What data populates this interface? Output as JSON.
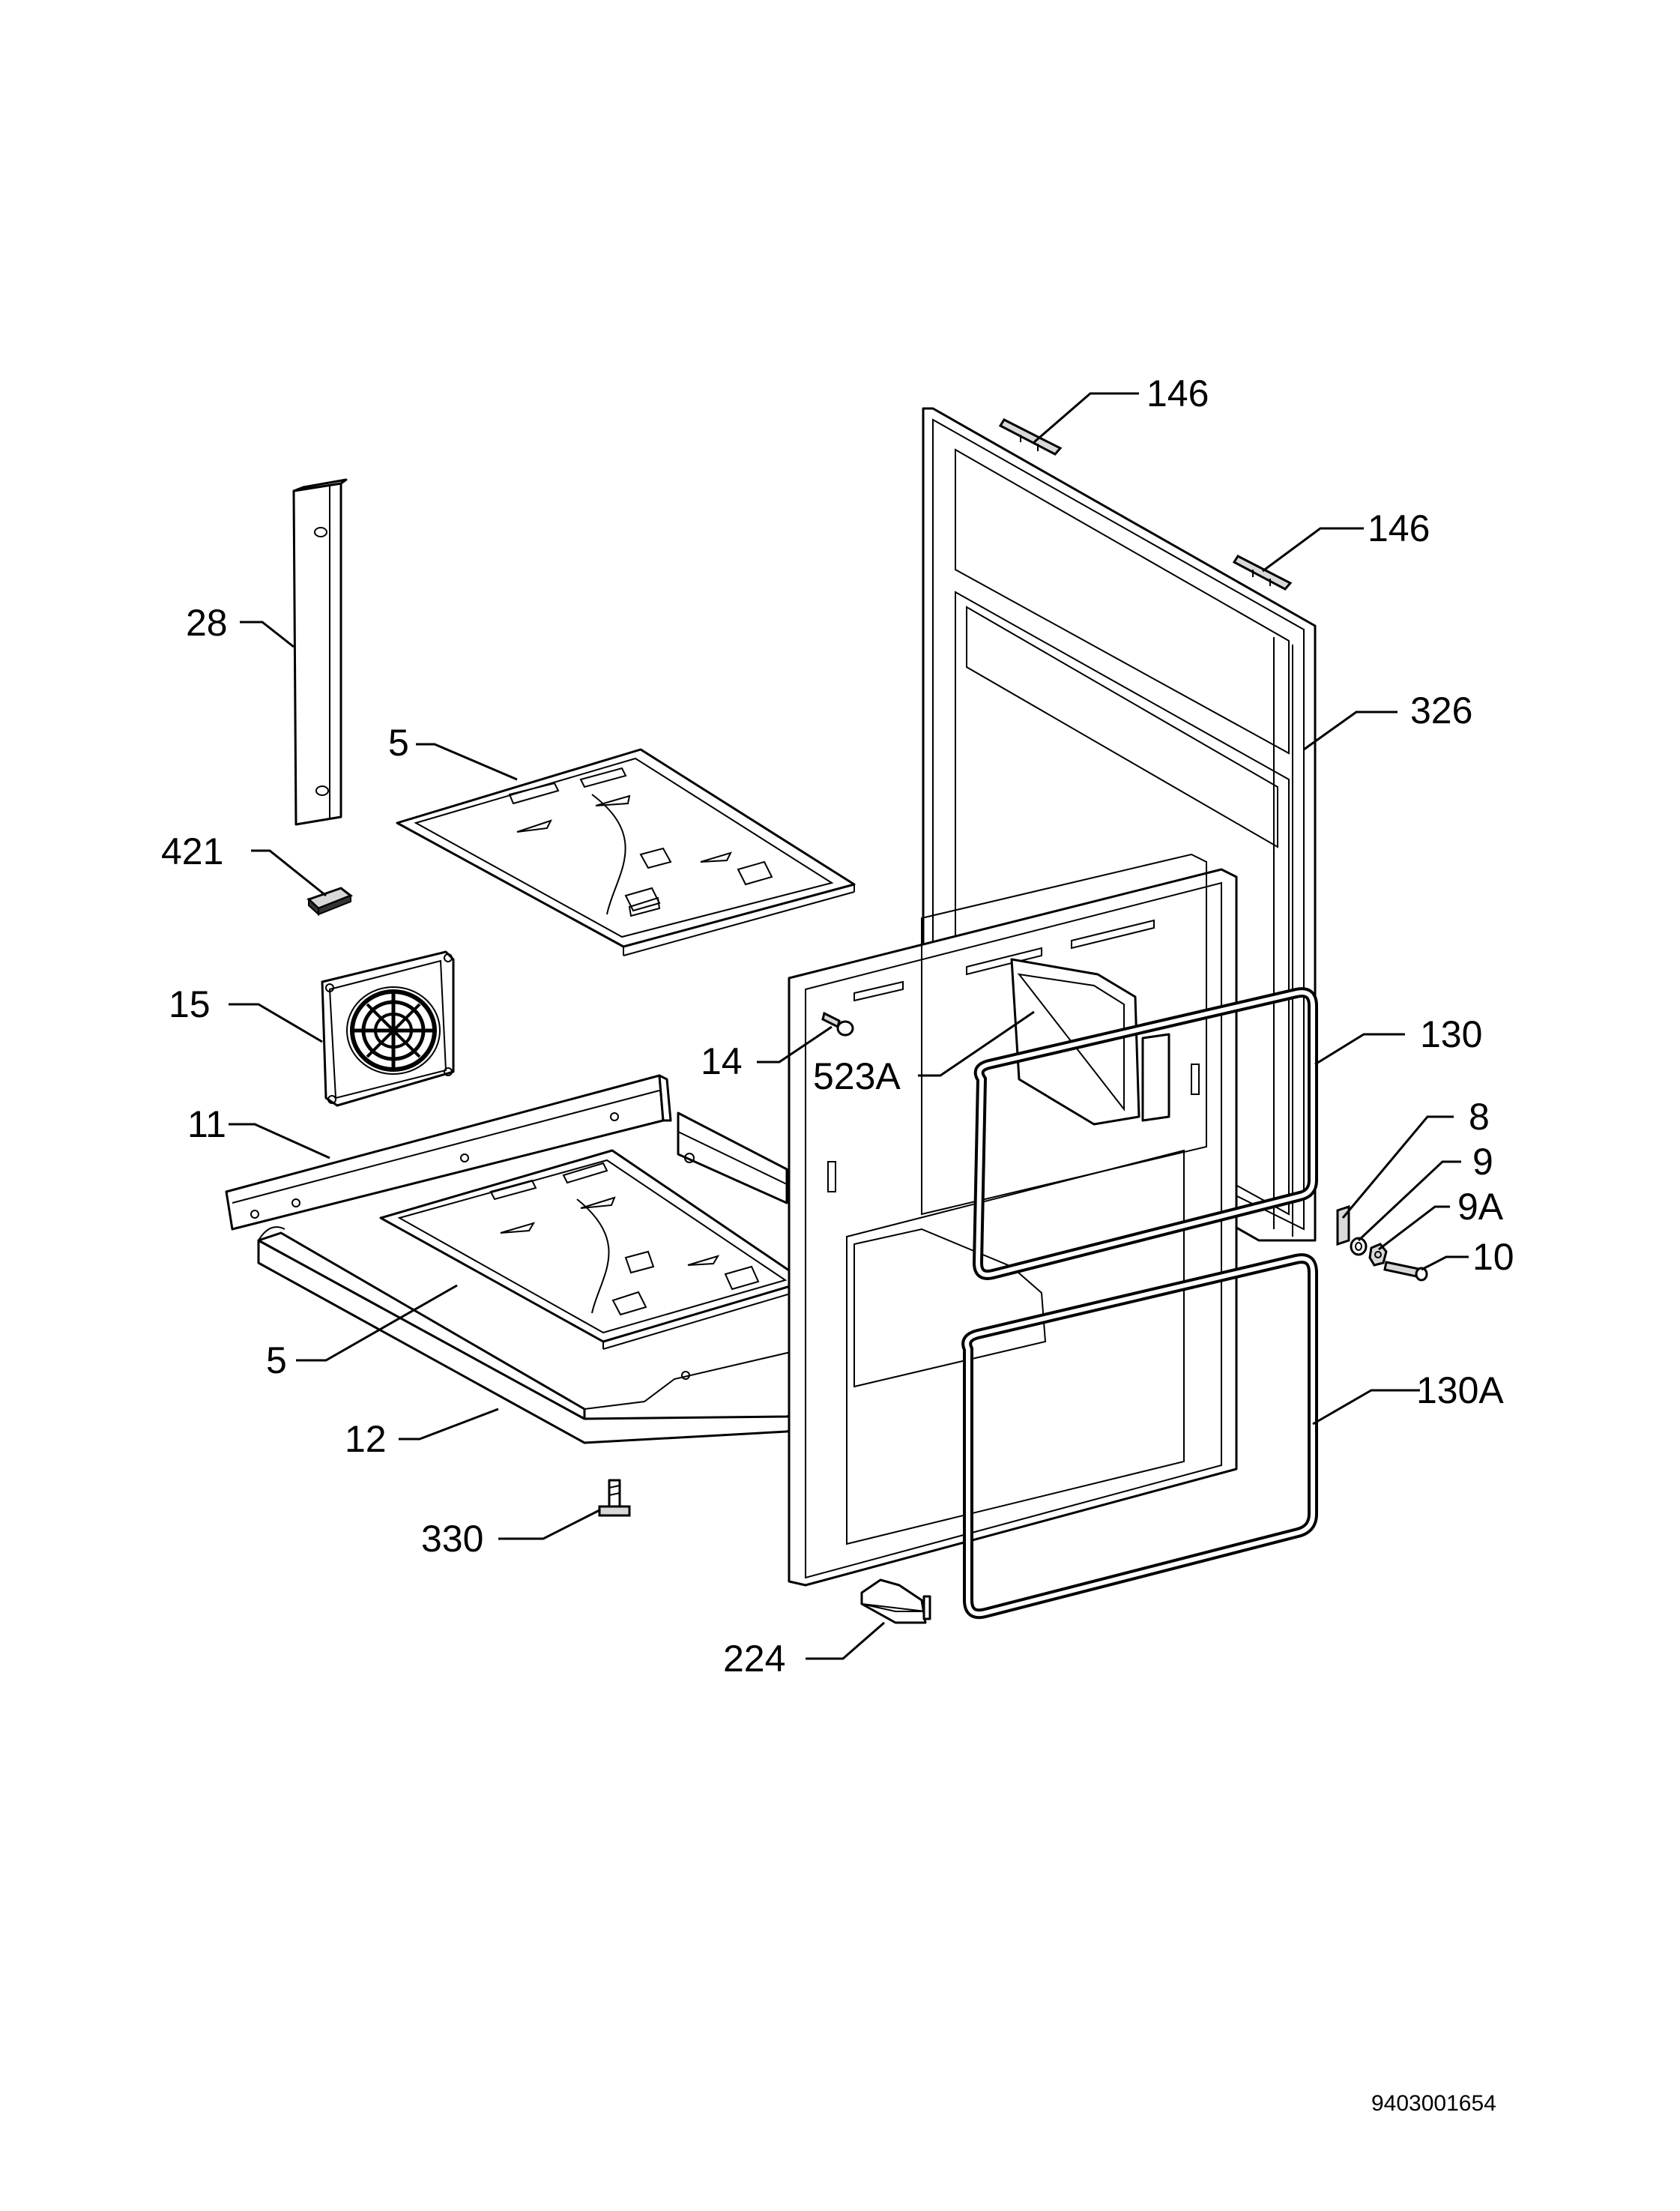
{
  "callouts": [
    {
      "id": "c146a",
      "label": "146"
    },
    {
      "id": "c146b",
      "label": "146"
    },
    {
      "id": "c28",
      "label": "28"
    },
    {
      "id": "c326",
      "label": "326"
    },
    {
      "id": "c5a",
      "label": "5"
    },
    {
      "id": "c421",
      "label": "421"
    },
    {
      "id": "c15",
      "label": "15"
    },
    {
      "id": "c130",
      "label": "130"
    },
    {
      "id": "c14",
      "label": "14"
    },
    {
      "id": "c523a",
      "label": "523A"
    },
    {
      "id": "c11",
      "label": "11"
    },
    {
      "id": "c8",
      "label": "8"
    },
    {
      "id": "c9",
      "label": "9"
    },
    {
      "id": "c9a",
      "label": "9A"
    },
    {
      "id": "c10",
      "label": "10"
    },
    {
      "id": "c5b",
      "label": "5"
    },
    {
      "id": "c130a",
      "label": "130A"
    },
    {
      "id": "c12",
      "label": "12"
    },
    {
      "id": "c330",
      "label": "330"
    },
    {
      "id": "c224",
      "label": "224"
    }
  ],
  "document_number": "9403001654"
}
